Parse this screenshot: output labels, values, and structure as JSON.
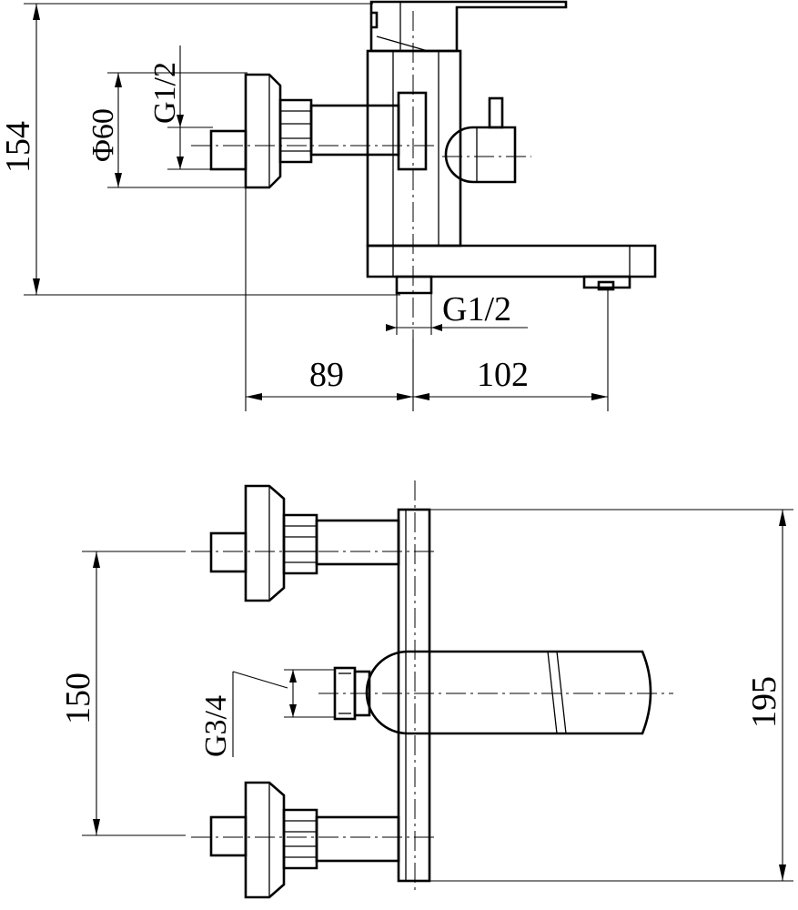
{
  "dimensions": {
    "total_height": "154",
    "handle_diameter": "Φ60",
    "inlet_thread_side": "G1/2",
    "bottom_outlet_thread": "G1/2",
    "wall_to_center": "89",
    "center_to_spout": "102",
    "inlet_spacing": "150",
    "outlet_thread_top": "G3/4",
    "body_height_top": "195"
  }
}
